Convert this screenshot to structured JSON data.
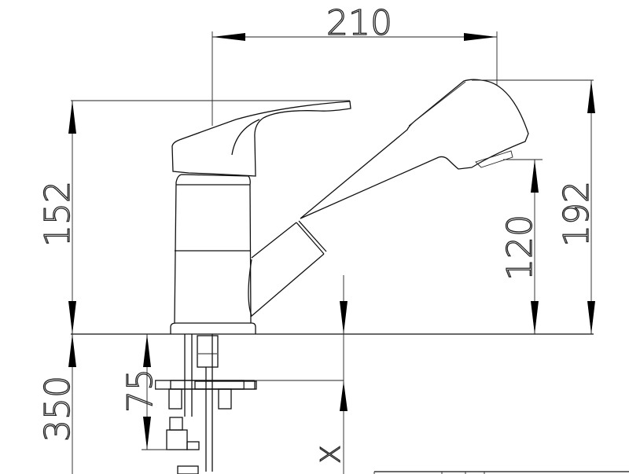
{
  "drawing": {
    "dimensions": {
      "spout_reach": "210",
      "handle_height": "152",
      "total_height": "192",
      "outlet_height": "120",
      "below_counter": "350",
      "counter_thickness": "75",
      "variable_mark": "X"
    },
    "line_color": "#111111",
    "background": "#ffffff"
  }
}
